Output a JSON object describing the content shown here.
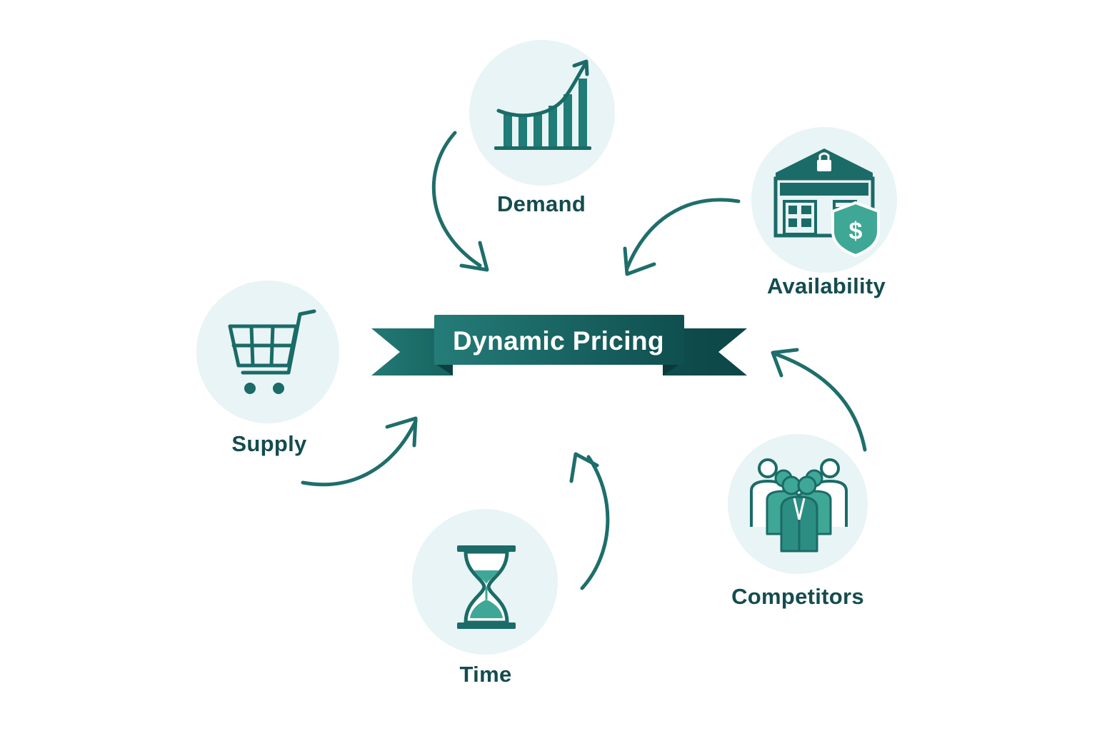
{
  "center": {
    "label": "Dynamic Pricing"
  },
  "factors": [
    {
      "id": "demand",
      "label": "Demand",
      "icon": "bar-chart-trend-icon"
    },
    {
      "id": "availability",
      "label": "Availability",
      "icon": "warehouse-shield-dollar-icon"
    },
    {
      "id": "supply",
      "label": "Supply",
      "icon": "shopping-cart-icon"
    },
    {
      "id": "time",
      "label": "Time",
      "icon": "hourglass-icon"
    },
    {
      "id": "competitors",
      "label": "Competitors",
      "icon": "group-people-icon"
    }
  ],
  "colors": {
    "primary": "#1f7c76",
    "dark": "#144c4f",
    "accent": "#3fa795",
    "circle_bg": "#e8f4f5",
    "ribbon_light": "#237b77",
    "ribbon_dark": "#0f4f4f"
  }
}
